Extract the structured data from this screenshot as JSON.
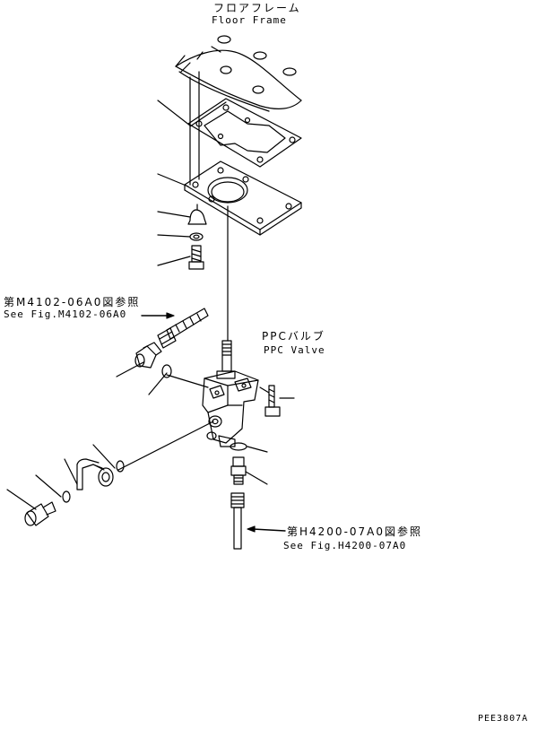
{
  "labels": {
    "floor_frame_jp": "フロアフレーム",
    "floor_frame_en": "Floor Frame",
    "ref_top_jp": "第M4102-06A0図参照",
    "ref_top_en": "See Fig.M4102-06A0",
    "ppc_valve_jp": "PPCバルブ",
    "ppc_valve_en": "PPC Valve",
    "ref_bottom_jp": "第H4200-07A0図参照",
    "ref_bottom_en": "See Fig.H4200-07A0",
    "figure_code": "PEE3807A"
  }
}
